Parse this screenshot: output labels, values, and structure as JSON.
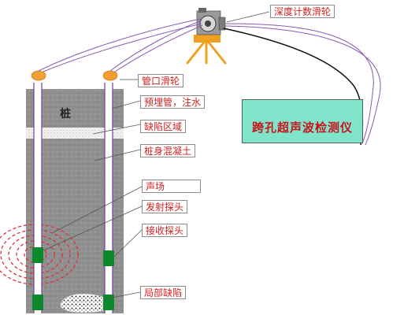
{
  "labels": {
    "depth_pulley": "深度计数滑轮",
    "top_pulley": "管口滑轮",
    "embedded_pipe": "预埋管，注水",
    "defect_zone": "缺陷区域",
    "pile_concrete": "桩身混凝土",
    "sound_field": "声场",
    "transmitter": "发射探头",
    "receiver": "接收探头",
    "local_defect": "局部缺陷"
  },
  "pile_label": "桩",
  "instrument_label": "跨孔超声波检测仪",
  "colors": {
    "label_text": "#d32020",
    "instrument_bg": "#7fe4c9",
    "pile_fill": "#8f8f8f",
    "pipe_line": "#7a3d9a",
    "probe": "#0a8a2a",
    "pulley": "#f0a030",
    "cable": "#8a5ab0"
  }
}
